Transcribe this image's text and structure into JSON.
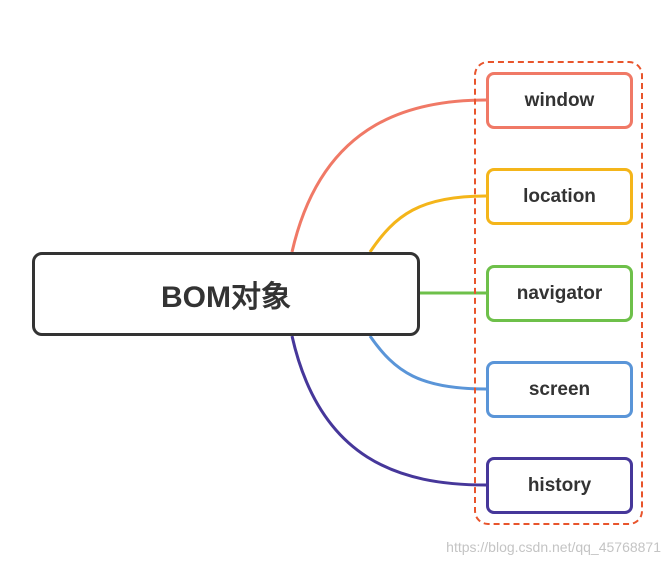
{
  "root": {
    "label": "BOM对象",
    "border_color": "#333333"
  },
  "children": [
    {
      "key": "window",
      "label": "window",
      "color": "#f07966"
    },
    {
      "key": "location",
      "label": "location",
      "color": "#f4b51a"
    },
    {
      "key": "navigator",
      "label": "navigator",
      "color": "#6ec04a"
    },
    {
      "key": "screen",
      "label": "screen",
      "color": "#5a95d8"
    },
    {
      "key": "history",
      "label": "history",
      "color": "#46379a"
    }
  ],
  "group_box": {
    "border_color": "#e8542c",
    "style": "dashed"
  },
  "watermark": "https://blog.csdn.net/qq_45768871"
}
